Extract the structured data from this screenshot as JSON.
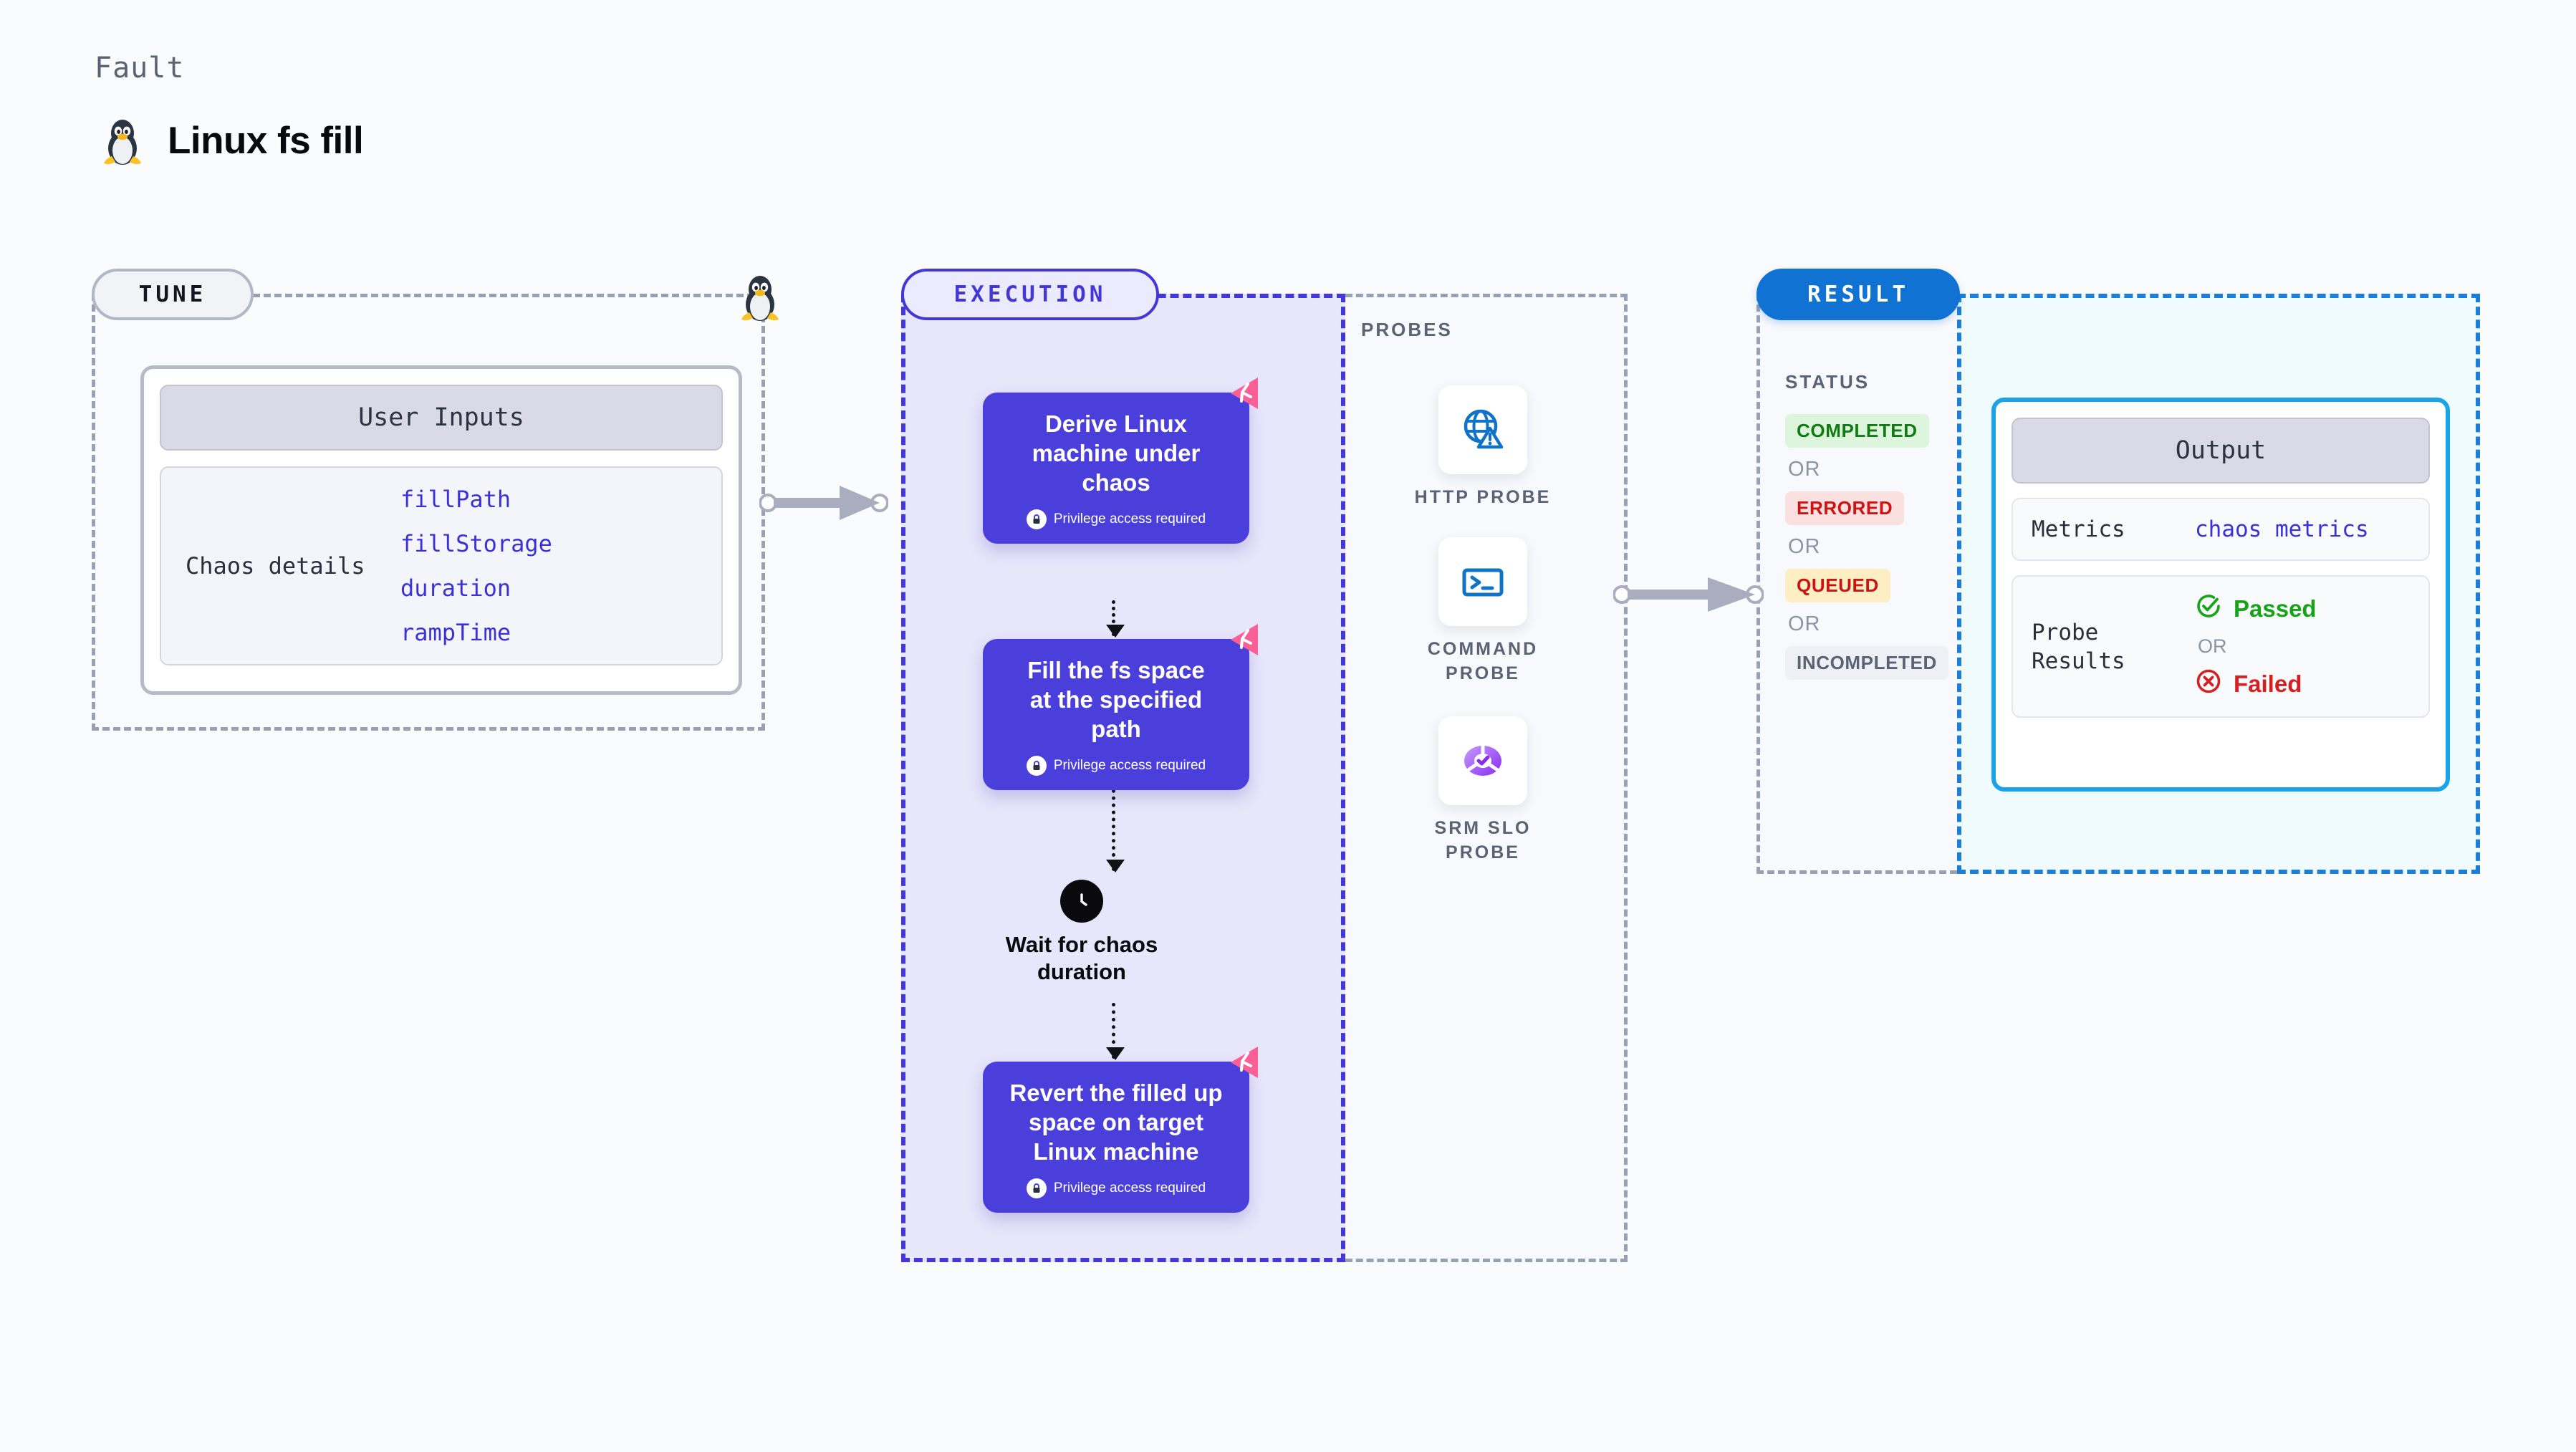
{
  "header": {
    "kicker": "Fault",
    "title": "Linux fs fill",
    "icon": "tux-penguin-icon"
  },
  "tune": {
    "pill_label": "TUNE",
    "panel_header": "User Inputs",
    "details_label": "Chaos details",
    "params": [
      "fillPath",
      "fillStorage",
      "duration",
      "rampTime"
    ]
  },
  "execution": {
    "pill_label": "EXECUTION",
    "privilege_note": "Privilege access required",
    "steps": [
      {
        "title": "Derive Linux\nmachine under\nchaos",
        "privileged": true
      },
      {
        "title": "Fill the fs space\nat the specified\npath",
        "privileged": true
      },
      {
        "title": "Revert the filled up\nspace on target\nLinux machine",
        "privileged": true
      }
    ],
    "wait_node": {
      "icon": "clock-icon",
      "label": "Wait for chaos\nduration"
    }
  },
  "probes": {
    "section_label": "PROBES",
    "items": [
      {
        "name": "HTTP  PROBE",
        "icon": "globe-warning-icon"
      },
      {
        "name": "COMMAND\nPROBE",
        "icon": "terminal-icon"
      },
      {
        "name": "SRM  SLO\nPROBE",
        "icon": "slo-donut-check-icon"
      }
    ]
  },
  "result": {
    "pill_label": "RESULT",
    "status_label": "STATUS",
    "or_label": "OR",
    "statuses": [
      {
        "label": "COMPLETED",
        "tone": "green"
      },
      {
        "label": "ERRORED",
        "tone": "red"
      },
      {
        "label": "QUEUED",
        "tone": "amber"
      },
      {
        "label": "INCOMPLETED",
        "tone": "gray"
      }
    ]
  },
  "output": {
    "panel_header": "Output",
    "metrics_key": "Metrics",
    "metrics_value": "chaos metrics",
    "probe_results_key": "Probe\nResults",
    "passed_label": "Passed",
    "failed_label": "Failed",
    "or_label": "OR"
  },
  "colors": {
    "accent_violet": "#4a3fdb",
    "accent_blue": "#1073d4",
    "accent_cyan": "#1aa3e8",
    "pass_green": "#17a317",
    "fail_red": "#d61f1f",
    "chaos_pink": "#fa5f95",
    "page_bg": "#fafbfd"
  }
}
